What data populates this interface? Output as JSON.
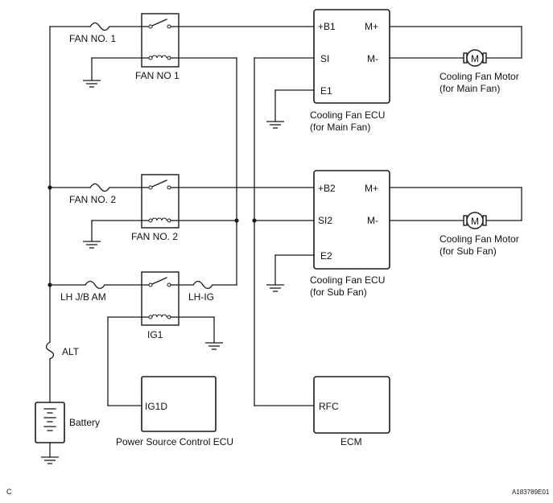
{
  "fuses": {
    "fan_no1": "FAN NO. 1",
    "fan_no2": "FAN NO. 2",
    "lh_jb_am": "LH J/B AM",
    "lh_ig": "LH-IG",
    "alt": "ALT"
  },
  "relays": {
    "fan_no1": "FAN NO 1",
    "fan_no2": "FAN NO. 2",
    "ig1": "IG1"
  },
  "ecu_main": {
    "pin_b": "+B1",
    "pin_si": "SI",
    "pin_e": "E1",
    "pin_mplus": "M+",
    "pin_mminus": "M-",
    "name_line1": "Cooling Fan ECU",
    "name_line2": "(for Main Fan)"
  },
  "ecu_sub": {
    "pin_b": "+B2",
    "pin_si": "SI2",
    "pin_e": "E2",
    "pin_mplus": "M+",
    "pin_mminus": "M-",
    "name_line1": "Cooling Fan ECU",
    "name_line2": "(for Sub Fan)"
  },
  "motor_main": {
    "symbol": "M",
    "label_line1": "Cooling Fan Motor",
    "label_line2": "(for Main Fan)"
  },
  "motor_sub": {
    "symbol": "M",
    "label_line1": "Cooling Fan Motor",
    "label_line2": "(for Sub Fan)"
  },
  "power_ecu": {
    "pin": "IG1D",
    "name": "Power Source Control ECU"
  },
  "ecm": {
    "pin": "RFC",
    "name": "ECM"
  },
  "battery": {
    "label": "Battery"
  },
  "footer": {
    "corner_letter": "C",
    "figure_id": "A183789E01"
  }
}
